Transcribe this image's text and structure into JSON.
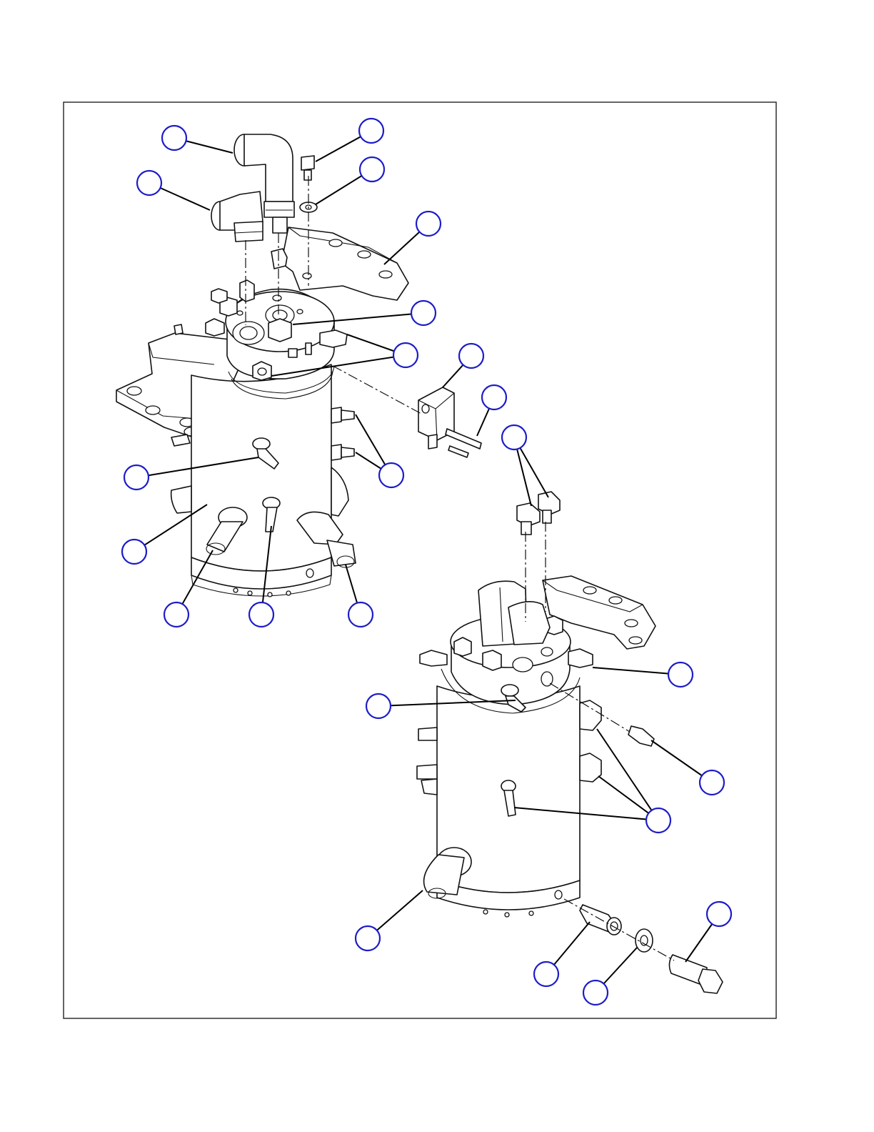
{
  "drawing": {
    "type": "exploded-assembly-view",
    "colors": {
      "line": "#111111",
      "balloon": "#1c1cc8",
      "background": "#ffffff"
    },
    "callouts": [
      {
        "id": "c01",
        "label": ""
      },
      {
        "id": "c02",
        "label": ""
      },
      {
        "id": "c03",
        "label": ""
      },
      {
        "id": "c04",
        "label": ""
      },
      {
        "id": "c05",
        "label": ""
      },
      {
        "id": "c06",
        "label": ""
      },
      {
        "id": "c07",
        "label": ""
      },
      {
        "id": "c08",
        "label": ""
      },
      {
        "id": "c09",
        "label": ""
      },
      {
        "id": "c10",
        "label": ""
      },
      {
        "id": "c11",
        "label": ""
      },
      {
        "id": "c12",
        "label": ""
      },
      {
        "id": "c13",
        "label": ""
      },
      {
        "id": "c14",
        "label": ""
      },
      {
        "id": "c15",
        "label": ""
      },
      {
        "id": "c16",
        "label": ""
      },
      {
        "id": "c17",
        "label": ""
      },
      {
        "id": "c18",
        "label": ""
      },
      {
        "id": "c19",
        "label": ""
      },
      {
        "id": "c20",
        "label": ""
      },
      {
        "id": "c21",
        "label": ""
      },
      {
        "id": "c22",
        "label": ""
      },
      {
        "id": "c23",
        "label": ""
      },
      {
        "id": "c24",
        "label": ""
      },
      {
        "id": "c25",
        "label": ""
      },
      {
        "id": "c26",
        "label": ""
      }
    ]
  }
}
